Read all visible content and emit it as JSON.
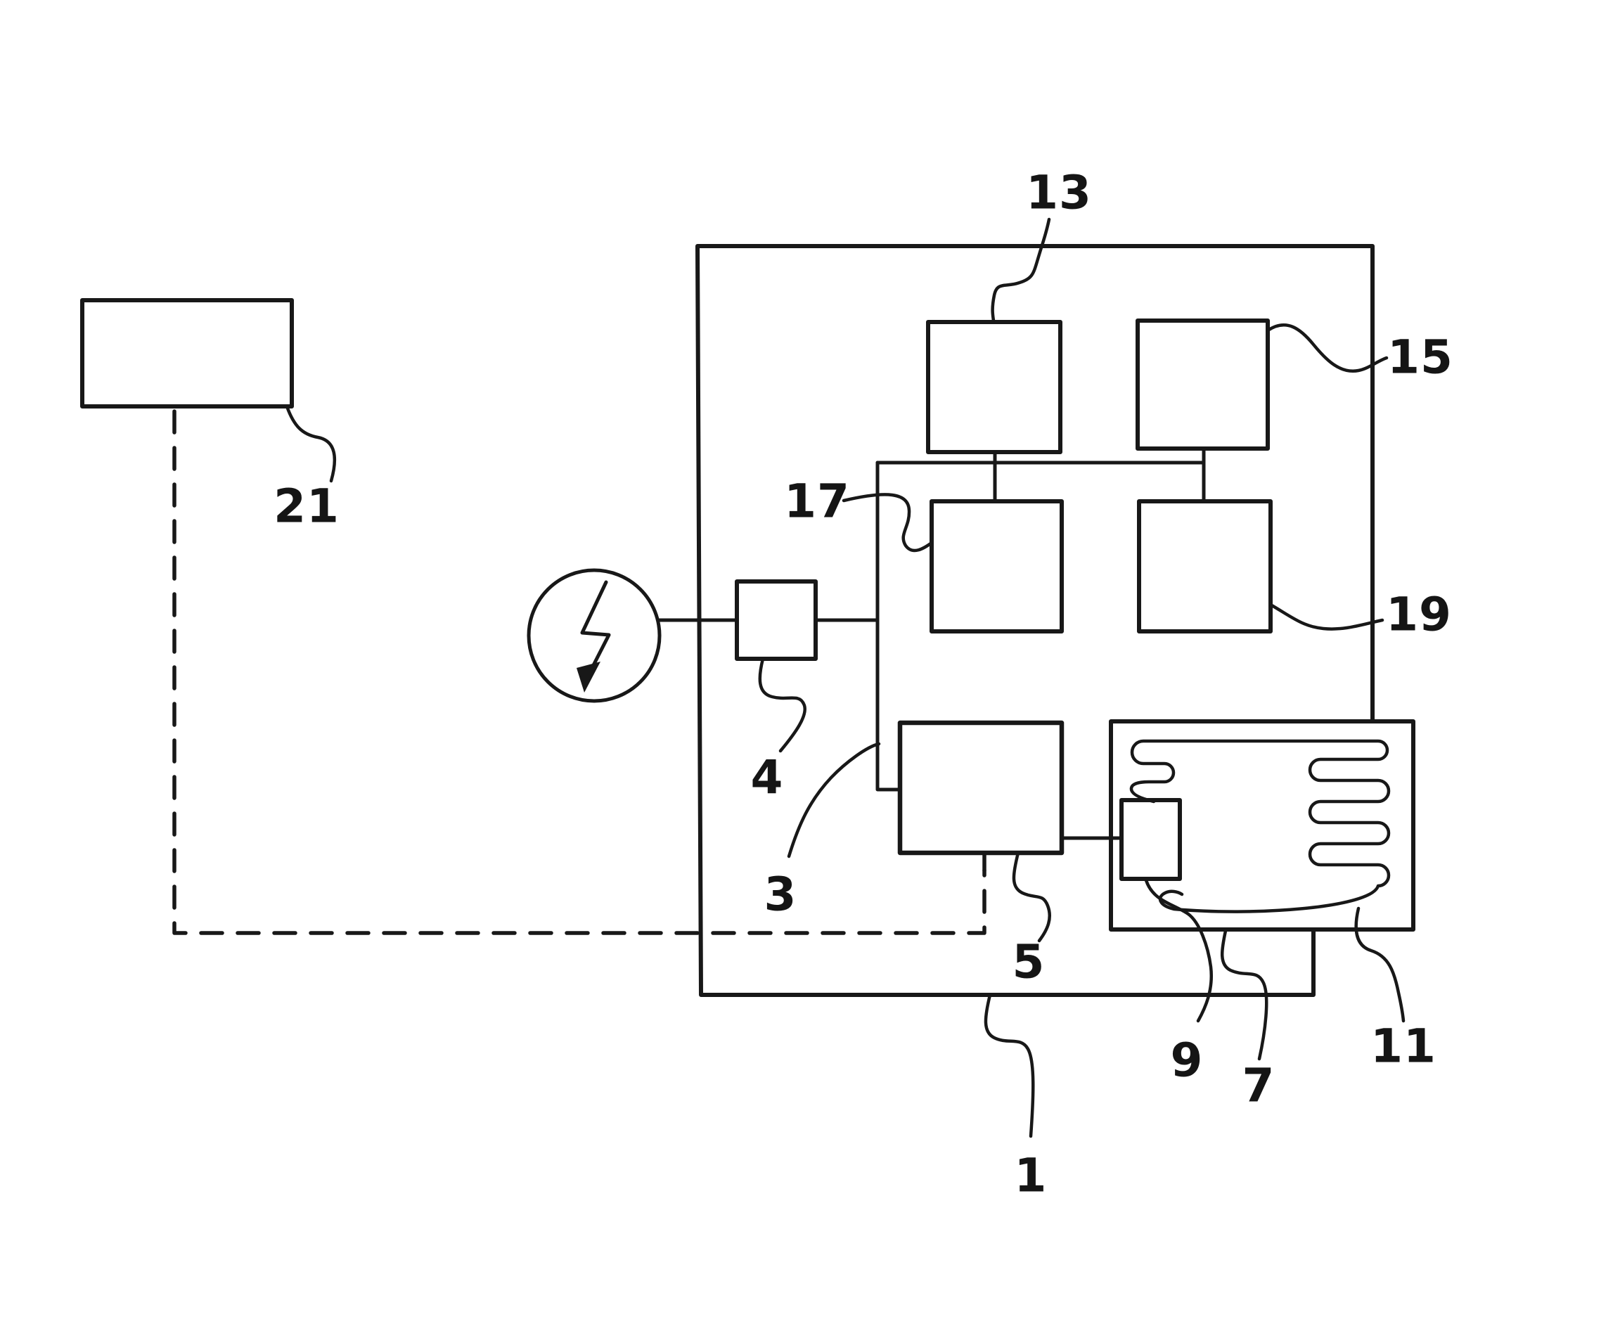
{
  "page": {
    "background": "#ffffff",
    "ink_color": "#181818",
    "kind": "patent-style schematic diagram"
  },
  "icons": {
    "power_source": "lightning-bolt-icon"
  },
  "labels": {
    "n1": "1",
    "n3": "3",
    "n4": "4",
    "n5": "5",
    "n7": "7",
    "n9": "9",
    "n11": "11",
    "n13": "13",
    "n15": "15",
    "n17": "17",
    "n19": "19",
    "n21": "21"
  }
}
